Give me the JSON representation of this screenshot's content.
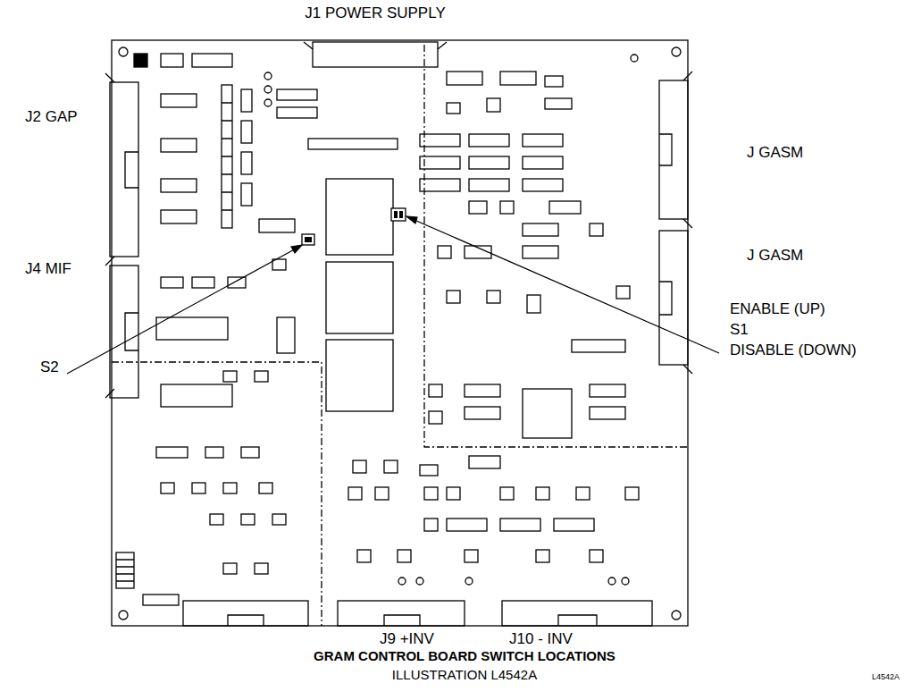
{
  "diagram": {
    "title": "GRAM CONTROL BOARD SWITCH LOCATIONS",
    "caption": "ILLUSTRATION L4542A",
    "labels": [
      "J1 POWER SUPPLY",
      "J2 GAP",
      "J4 MIF",
      "J GASM",
      "J GASM",
      "ENABLE (UP)",
      "S1",
      "DISABLE (DOWN)",
      "S2",
      "J9 +INV",
      "J10 - INV",
      "L4542A"
    ]
  }
}
